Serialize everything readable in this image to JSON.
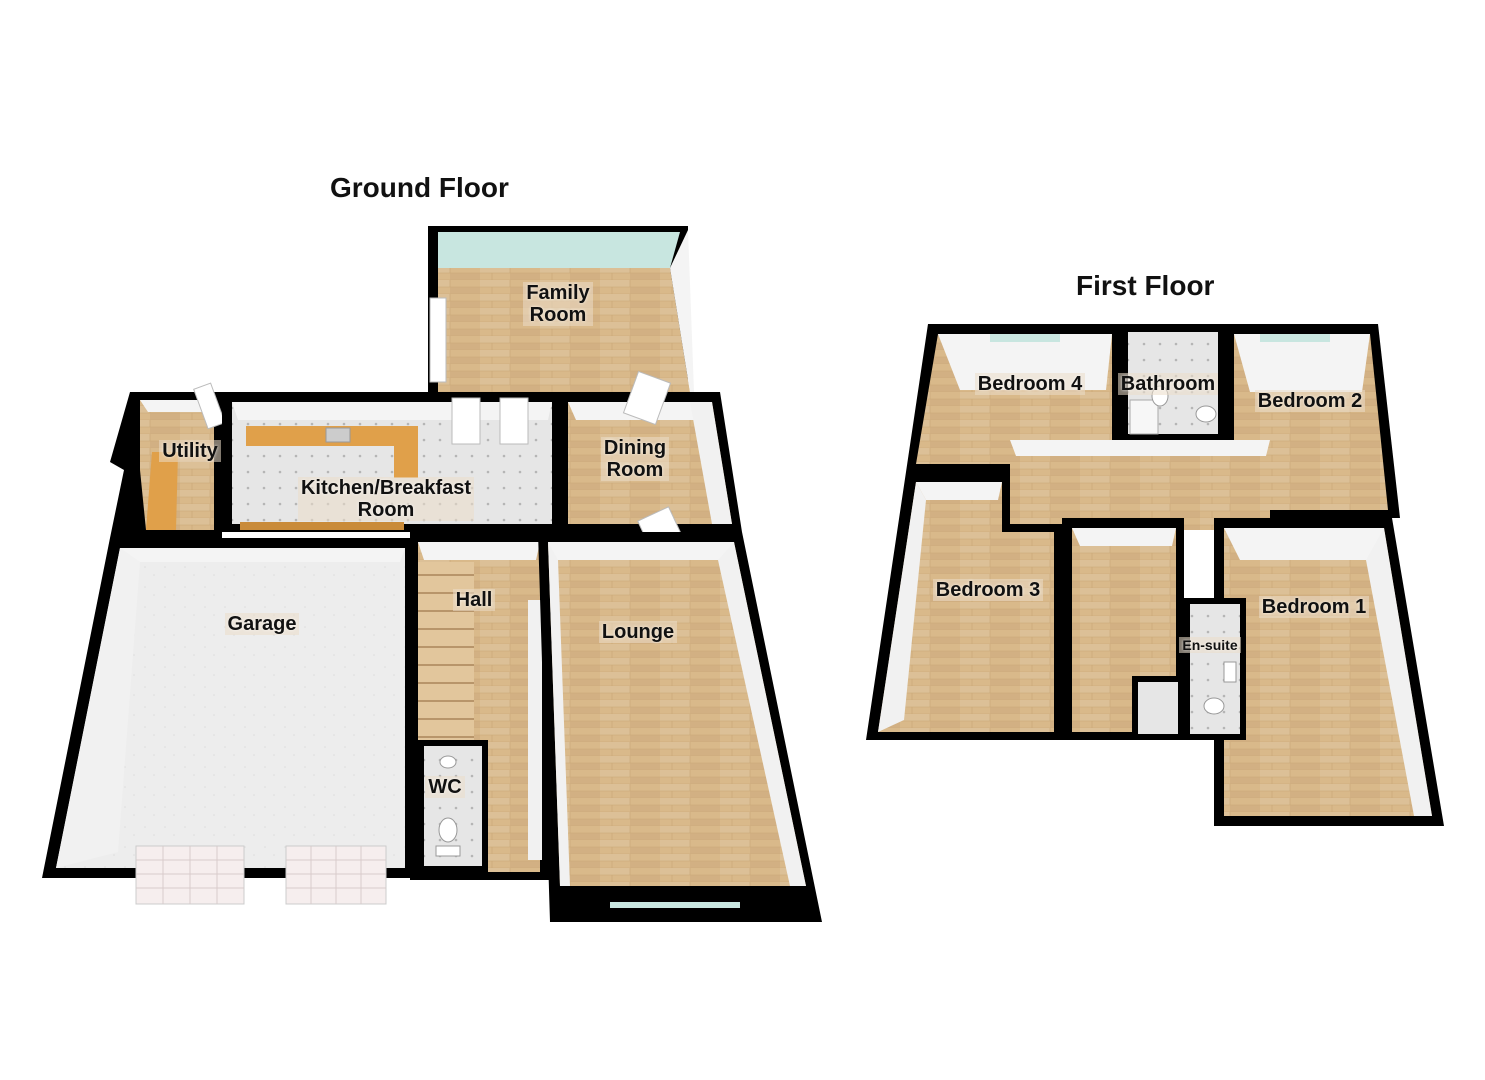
{
  "floors": [
    {
      "title": "Ground Floor",
      "rooms": [
        {
          "id": "family-room",
          "label": "Family\nRoom"
        },
        {
          "id": "utility",
          "label": "Utility"
        },
        {
          "id": "kitchen-breakfast-room",
          "label": "Kitchen/Breakfast\nRoom"
        },
        {
          "id": "dining-room",
          "label": "Dining\nRoom"
        },
        {
          "id": "hall",
          "label": "Hall"
        },
        {
          "id": "garage",
          "label": "Garage"
        },
        {
          "id": "lounge",
          "label": "Lounge"
        },
        {
          "id": "wc",
          "label": "WC"
        }
      ]
    },
    {
      "title": "First Floor",
      "rooms": [
        {
          "id": "bedroom-4",
          "label": "Bedroom 4"
        },
        {
          "id": "bathroom",
          "label": "Bathroom"
        },
        {
          "id": "bedroom-2",
          "label": "Bedroom 2"
        },
        {
          "id": "bedroom-3",
          "label": "Bedroom 3"
        },
        {
          "id": "bedroom-1",
          "label": "Bedroom 1"
        },
        {
          "id": "en-suite",
          "label": "En-suite"
        }
      ]
    }
  ],
  "colors": {
    "wall": "#0a0a0a",
    "wall_face": "#f3f3f3",
    "wood_floor": "#d9b98a",
    "tile_floor": "#e3e3e3",
    "garage_floor": "#ececec",
    "worktop": "#e0a04a",
    "window_glass": "#c8e6e0",
    "door": "#ffffff"
  }
}
